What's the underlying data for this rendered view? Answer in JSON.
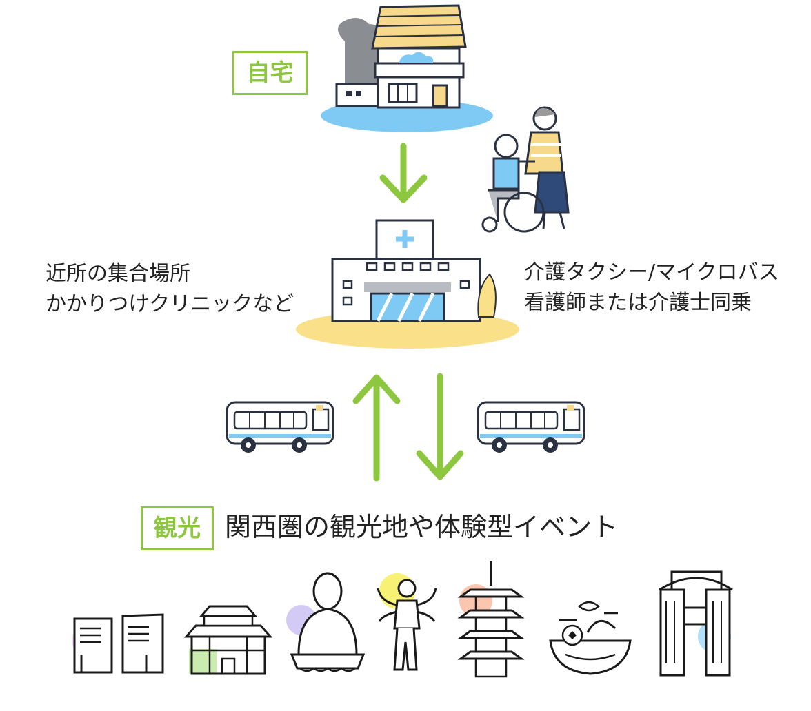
{
  "colors": {
    "accent_green": "#8dc63f",
    "home_ground": "#7fcaf5",
    "facility_ground": "#fbe08a",
    "roof_yellow": "#f6d98b",
    "line": "#2a3140"
  },
  "home": {
    "label": "自宅",
    "icon": "house-icon"
  },
  "caregivers": {
    "icon": "wheelchair-caregiver-icon"
  },
  "facility": {
    "icon": "hospital-icon",
    "left_lines": [
      "近所の集合場所",
      "かかりつけクリニックなど"
    ],
    "right_lines": [
      "介護タクシー/マイクロバス",
      "看護師または介護士同乗"
    ]
  },
  "transport": {
    "icons": [
      "bus-icon",
      "bus-icon"
    ]
  },
  "sightseeing": {
    "label": "観光",
    "text": "関西圏の観光地や体験型イベント",
    "landmarks": [
      "book-icon",
      "castle-icon",
      "buddha-icon",
      "statue-icon",
      "pagoda-icon",
      "food-icon",
      "tower-gate-icon"
    ]
  }
}
